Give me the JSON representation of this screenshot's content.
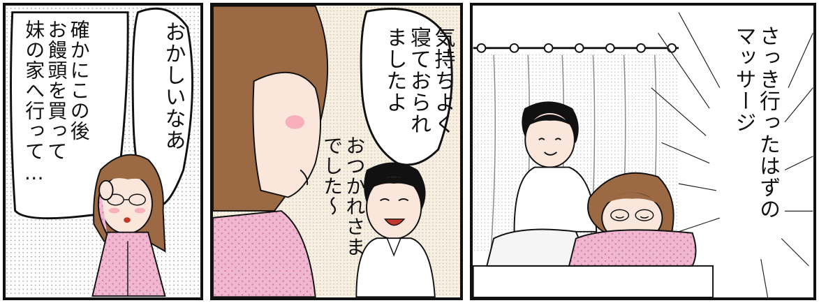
{
  "panel_left": {
    "bubble_woman": "おかしいなあ",
    "caption_thought": "確かにこの後\nお饅頭を買って\n妹の家へ行って…"
  },
  "panel_middle": {
    "bubble_staff": "気持ちよく\n寝ておられ\nましたよ",
    "staff_line": "おつかれさま\nでした〜"
  },
  "panel_right": {
    "narration": "さっき行ったはずの\nマッサージ"
  },
  "colors": {
    "outfit_pink": "#e8a8c8",
    "hair_brown": "#9b6a45",
    "skin": "#fbe6dc",
    "ink": "#111111"
  }
}
